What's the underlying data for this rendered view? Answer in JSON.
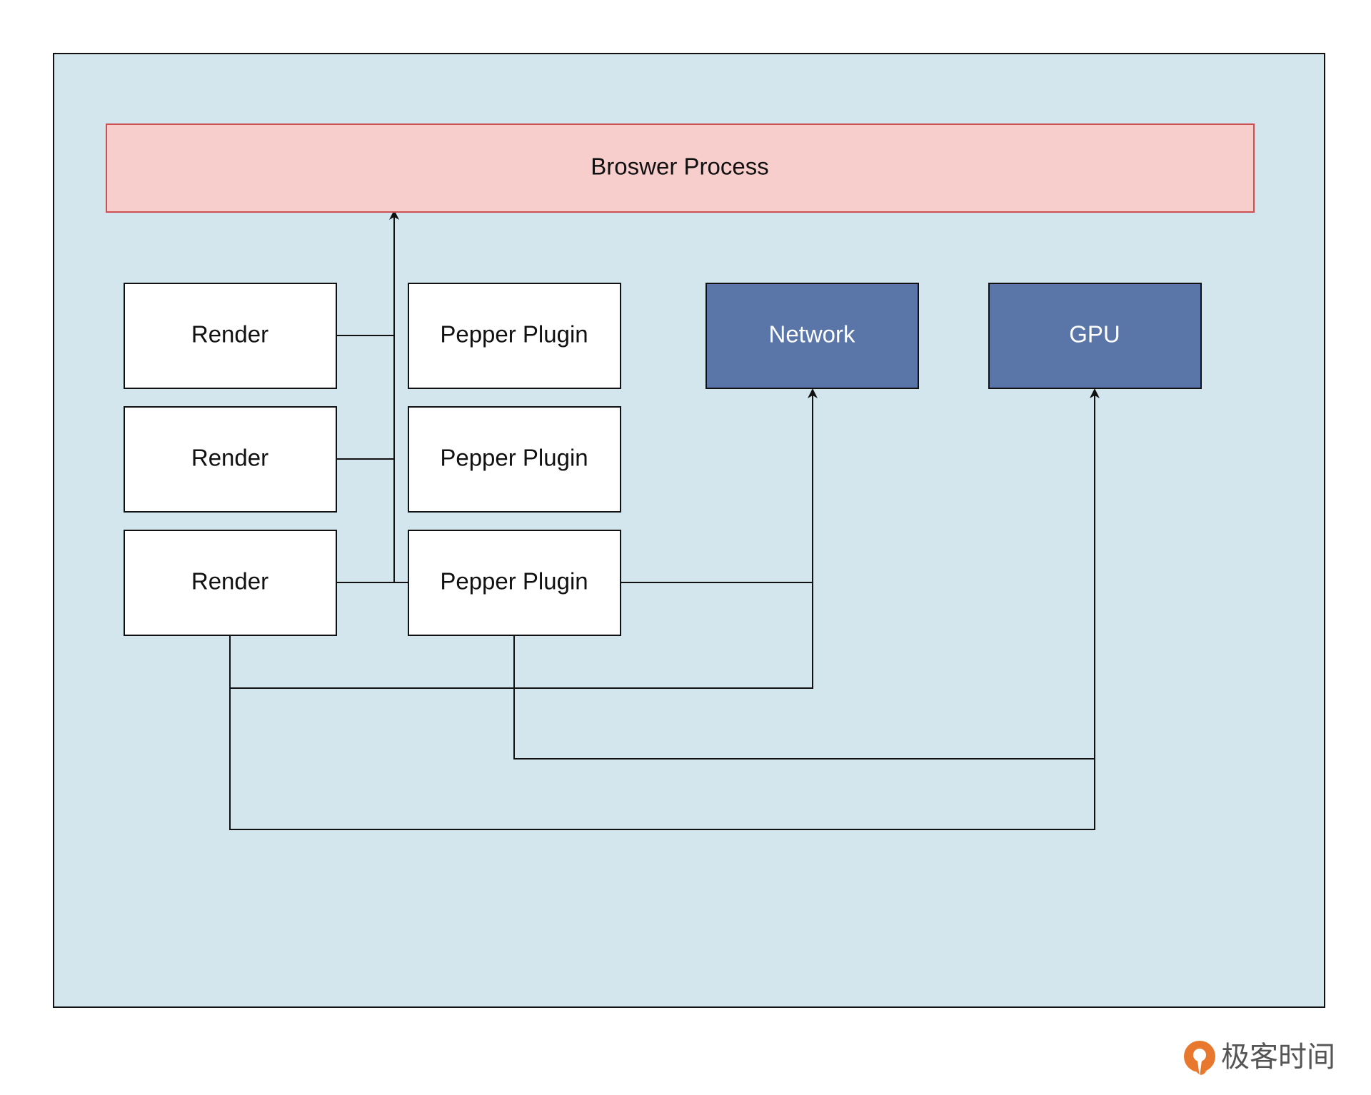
{
  "diagram": {
    "colors": {
      "container_fill": "#d3e6ee",
      "container_stroke": "#111111",
      "browser_fill": "#f8cecc",
      "browser_stroke": "#cc4f52",
      "node_fill": "#ffffff",
      "node_stroke": "#111111",
      "service_fill": "#5a75a8",
      "service_text": "#ffffff",
      "edge": "#111111"
    },
    "nodes": {
      "browser_process": "Broswer Process",
      "render_1": "Render",
      "render_2": "Render",
      "render_3": "Render",
      "plugin_1": "Pepper Plugin",
      "plugin_2": "Pepper Plugin",
      "plugin_3": "Pepper Plugin",
      "network": "Network",
      "gpu": "GPU"
    },
    "edges": [
      {
        "from": "render_1",
        "to": "browser_process"
      },
      {
        "from": "render_2",
        "to": "browser_process"
      },
      {
        "from": "render_3",
        "to": "browser_process"
      },
      {
        "from": "plugin_3",
        "to": "browser_process"
      },
      {
        "from": "plugin_3",
        "to": "network"
      },
      {
        "from": "render_3",
        "to": "network"
      },
      {
        "from": "plugin_3",
        "to": "gpu"
      },
      {
        "from": "render_3",
        "to": "gpu"
      }
    ]
  },
  "watermark": {
    "text": "极客时间",
    "logo_color": "#e8782d",
    "text_color": "#555555"
  }
}
